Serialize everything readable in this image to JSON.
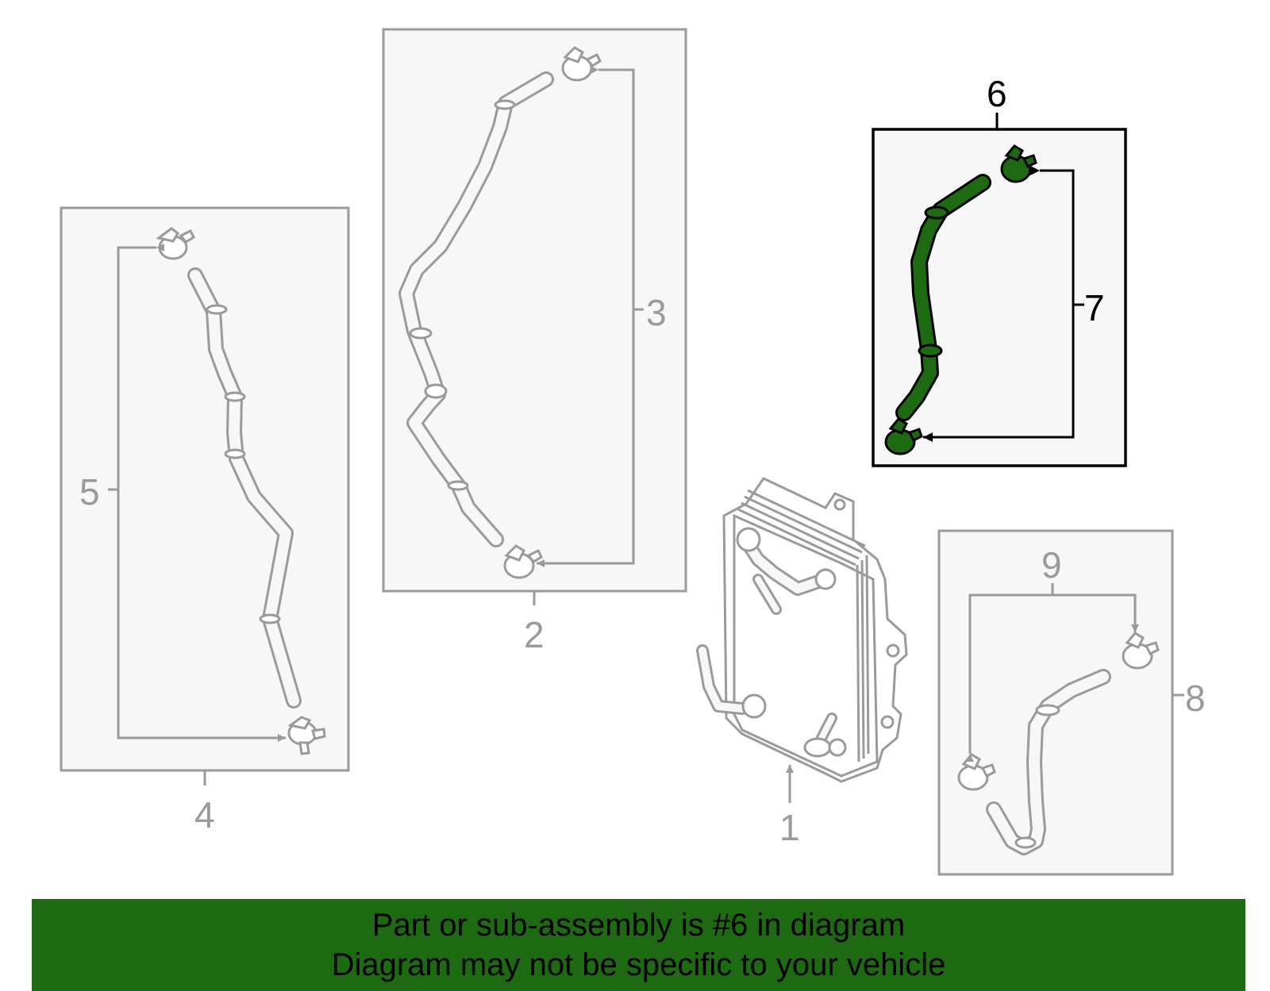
{
  "callouts": {
    "c1": "1",
    "c2": "2",
    "c3": "3",
    "c4": "4",
    "c5": "5",
    "c6": "6",
    "c7": "7",
    "c8": "8",
    "c9": "9"
  },
  "highlight": {
    "part_number": "6",
    "color": "#1e6a12"
  },
  "banner": {
    "line1": "Part or sub-assembly is #6 in diagram",
    "line2": "Diagram may not be specific to your vehicle",
    "background": "#1e6a12"
  },
  "icons": [
    "hose",
    "hose-clamp",
    "oil-cooler",
    "leader-arrow"
  ]
}
